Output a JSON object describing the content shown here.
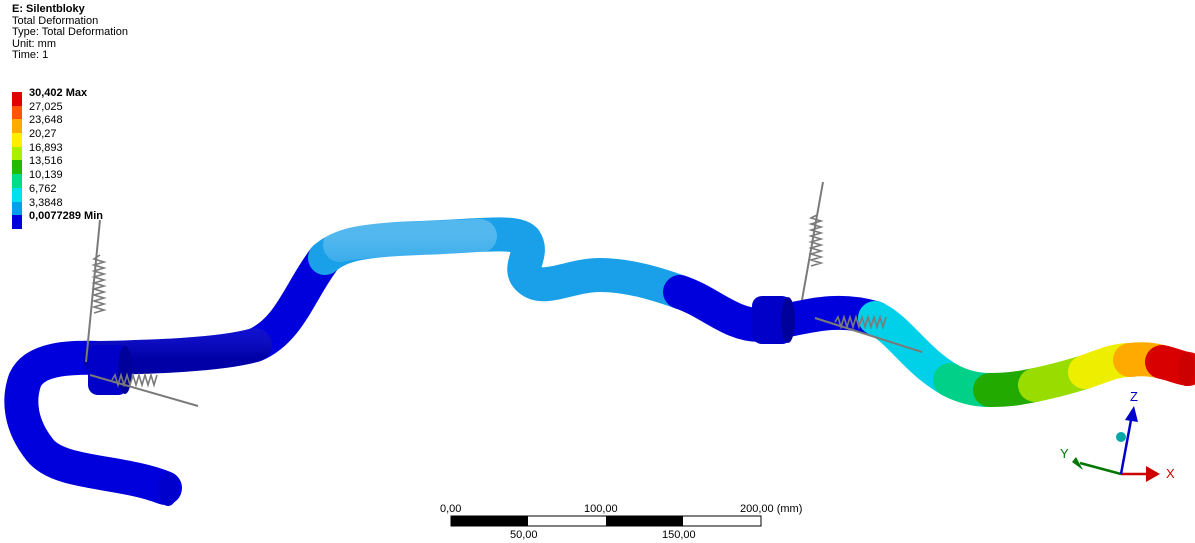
{
  "header": {
    "title": "E: Silentbloky",
    "result_name": "Total Deformation",
    "type_line": "Type: Total Deformation",
    "unit_line": "Unit: mm",
    "time_line": "Time: 1"
  },
  "legend": {
    "items": [
      {
        "label": "30,402 Max",
        "color": "#e00000",
        "bold": true
      },
      {
        "label": "27,025",
        "color": "#ff5500",
        "bold": false
      },
      {
        "label": "23,648",
        "color": "#ffaa00",
        "bold": false
      },
      {
        "label": "20,27",
        "color": "#ffee00",
        "bold": false
      },
      {
        "label": "16,893",
        "color": "#aaee00",
        "bold": false
      },
      {
        "label": "13,516",
        "color": "#22bb00",
        "bold": false
      },
      {
        "label": "10,139",
        "color": "#00dd88",
        "bold": false
      },
      {
        "label": "6,762",
        "color": "#00e0ee",
        "bold": false
      },
      {
        "label": "3,3848",
        "color": "#00a0ee",
        "bold": false
      },
      {
        "label": "0,0077289 Min",
        "color": "#0000dd",
        "bold": true
      }
    ]
  },
  "scale_bar": {
    "top_labels": [
      "0,00",
      "100,00",
      "200,00 (mm)"
    ],
    "bottom_labels": [
      "50,00",
      "150,00"
    ]
  },
  "triad": {
    "x_label": "X",
    "y_label": "Y",
    "z_label": "Z",
    "x_color": "#cc0000",
    "y_color": "#007700",
    "z_color": "#0000cc"
  }
}
